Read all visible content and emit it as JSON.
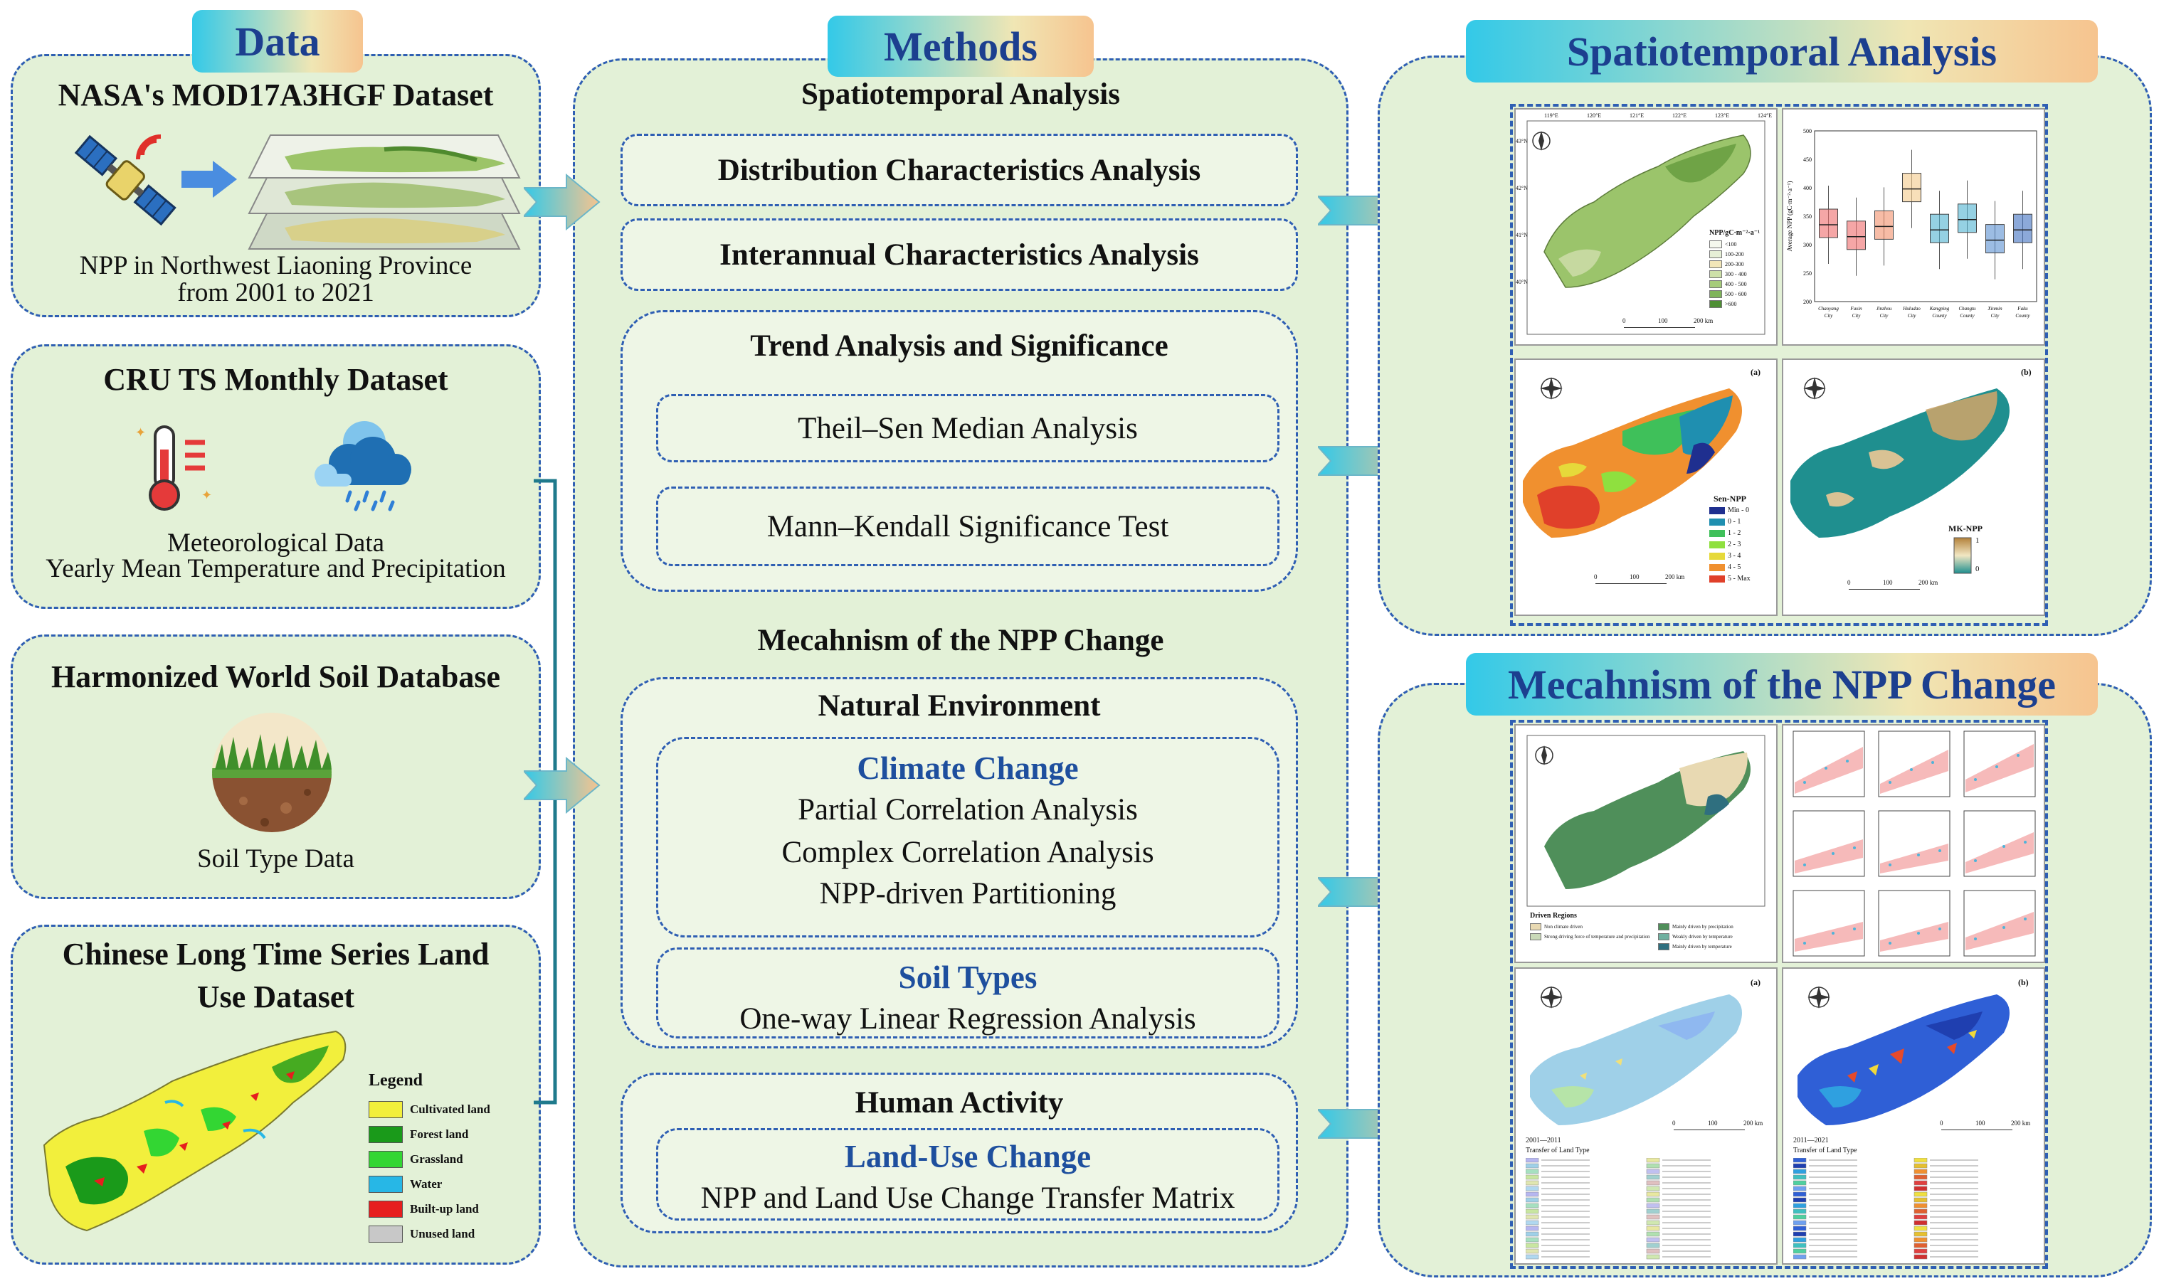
{
  "data_col": {
    "header": "Data",
    "nasa": {
      "title": "NASA's MOD17A3HGF Dataset",
      "caption_line1": "NPP in Northwest Liaoning Province",
      "caption_line2": "from 2001 to 2021"
    },
    "cru": {
      "title": "CRU TS Monthly Dataset",
      "caption_line1": "Meteorological Data",
      "caption_line2": "Yearly Mean Temperature and Precipitation"
    },
    "hwsd": {
      "title": "Harmonized World Soil Database",
      "caption": "Soil Type Data"
    },
    "landuse": {
      "title_line1": "Chinese Long Time Series Land",
      "title_line2": "Use Dataset",
      "legend_title": "Legend",
      "legend": [
        {
          "label": "Cultivated land",
          "color": "#f2ef3c"
        },
        {
          "label": "Forest land",
          "color": "#1a9a1a"
        },
        {
          "label": "Grassland",
          "color": "#33d633"
        },
        {
          "label": "Water",
          "color": "#27b7e6"
        },
        {
          "label": "Built-up land",
          "color": "#e61e1e"
        },
        {
          "label": "Unused land",
          "color": "#c8c8c8"
        }
      ]
    }
  },
  "methods_col": {
    "header": "Methods",
    "spatio_title": "Spatiotemporal Analysis",
    "distribution": "Distribution Characteristics Analysis",
    "interannual": "Interannual Characteristics Analysis",
    "trend_title": "Trend Analysis and Significance",
    "theil_sen": "Theil–Sen Median Analysis",
    "mann_kendall": "Mann–Kendall Significance Test",
    "mechanism_title": "Mecahnism of the NPP Change",
    "natural_env": "Natural Environment",
    "climate_change": "Climate Change",
    "partial_corr": "Partial Correlation Analysis",
    "complex_corr": "Complex Correlation Analysis",
    "npp_driven": "NPP-driven Partitioning",
    "soil_types": "Soil Types",
    "oneway": "One-way Linear Regression Analysis",
    "human_activity": "Human Activity",
    "landuse_change": "Land-Use Change",
    "transfer_matrix": "NPP and Land Use Change Transfer Matrix"
  },
  "results_col": {
    "spatio_header": "Spatiotemporal Analysis",
    "mechanism_header": "Mecahnism of the NPP Change",
    "map1": {
      "legend_title": "NPP/gC·m⁻²·a⁻¹",
      "legend": [
        "<100",
        "100-200",
        "200-300",
        "300 - 400",
        "400 - 500",
        "500 - 600",
        ">600"
      ],
      "lon_labels": [
        "119°E",
        "120°E",
        "121°E",
        "122°E",
        "123°E",
        "124°E"
      ],
      "lat_labels": [
        "43°N",
        "42°N",
        "41°N",
        "40°N"
      ],
      "scale": [
        "0",
        "100",
        "200 km"
      ]
    },
    "boxplot": {
      "ylabel": "Average NPP (gC·m⁻²·a⁻¹)",
      "yticks": [
        "200",
        "250",
        "300",
        "350",
        "400",
        "450",
        "500"
      ],
      "categories": [
        "Chaoyang City",
        "Fuxin City",
        "Jinzhou City",
        "Huludao City",
        "Kangping County",
        "Changtu County",
        "Xinmin City",
        "Faku County"
      ]
    },
    "sen_map": {
      "panel": "(a)",
      "legend_title": "Sen-NPP",
      "legend": [
        {
          "label": "Min - 0",
          "color": "#1f2f8f"
        },
        {
          "label": "0 - 1",
          "color": "#1f8fb0"
        },
        {
          "label": "1 - 2",
          "color": "#3fc05a"
        },
        {
          "label": "2 - 3",
          "color": "#8fe03f"
        },
        {
          "label": "3 - 4",
          "color": "#e6d93a"
        },
        {
          "label": "4 - 5",
          "color": "#f0902f"
        },
        {
          "label": "5 - Max",
          "color": "#e0402a"
        }
      ],
      "scale": [
        "0",
        "100",
        "200 km"
      ]
    },
    "mk_map": {
      "panel": "(b)",
      "legend_title": "MK-NPP",
      "legend_max": "1",
      "legend_min": "0",
      "scale": [
        "0",
        "100",
        "200 km"
      ]
    },
    "driven_map": {
      "legend_title": "Driven Regions",
      "legend": [
        "Non climate driven",
        "Strong driving force of temperature and precipitation",
        "Mainly driven by precipitation",
        "Weakly driven by temperature",
        "Mainly driven by temperature"
      ]
    },
    "lu_maps": {
      "panel_a": "(a)",
      "panel_b": "(b)",
      "period_a": "2001—2011",
      "period_b": "2011—2021",
      "legend_title": "Transfer of Land Type",
      "scale": [
        "0",
        "100",
        "200 km"
      ]
    }
  }
}
